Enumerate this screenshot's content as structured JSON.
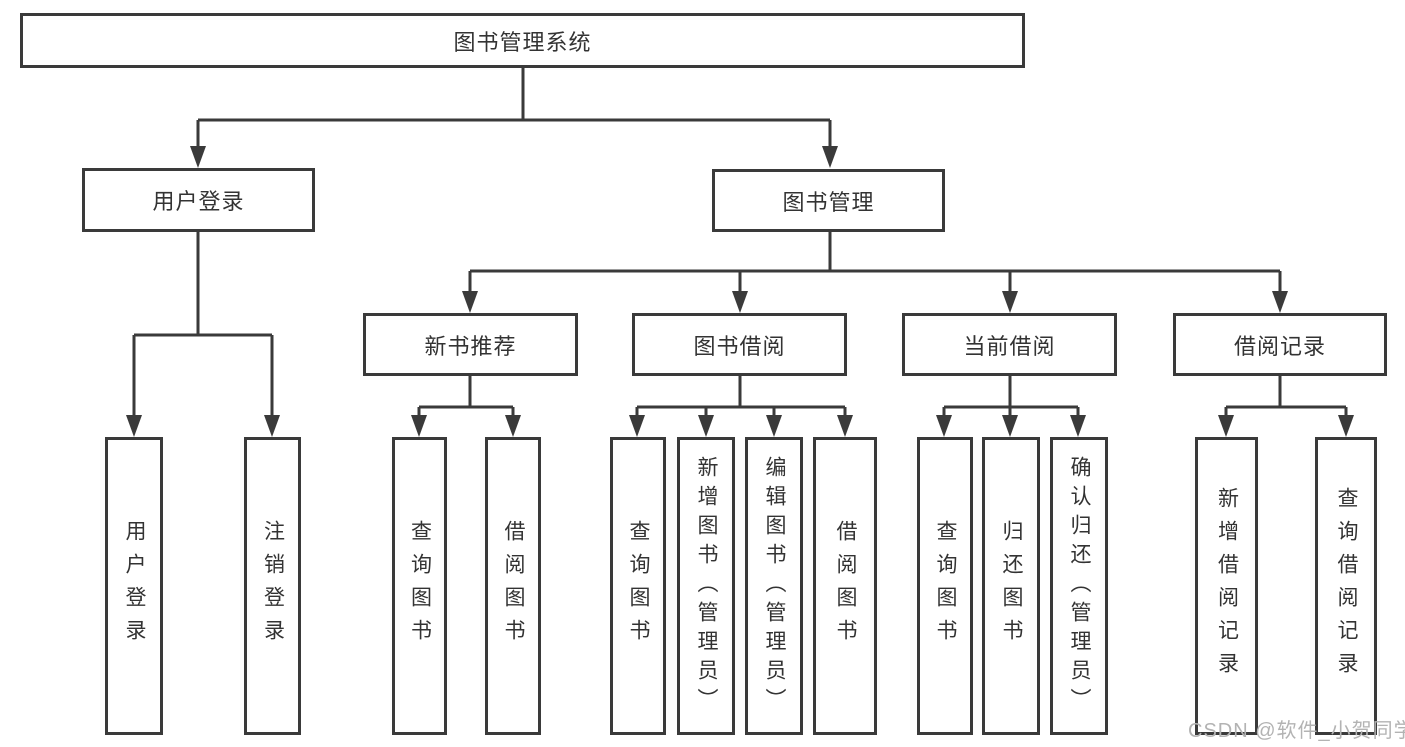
{
  "diagram": {
    "root": {
      "label": "图书管理系统"
    },
    "user_login": {
      "label": "用户登录",
      "children": [
        {
          "label": "用户登录"
        },
        {
          "label": "注销登录"
        }
      ]
    },
    "book_mgmt": {
      "label": "图书管理",
      "children": [
        {
          "label": "新书推荐",
          "children": [
            {
              "label": "查询图书"
            },
            {
              "label": "借阅图书"
            }
          ]
        },
        {
          "label": "图书借阅",
          "children": [
            {
              "label": "查询图书"
            },
            {
              "label": "新增图书（管理员）"
            },
            {
              "label": "编辑图书（管理员）"
            },
            {
              "label": "借阅图书"
            }
          ]
        },
        {
          "label": "当前借阅",
          "children": [
            {
              "label": "查询图书"
            },
            {
              "label": "归还图书"
            },
            {
              "label": "确认归还（管理员）"
            }
          ]
        },
        {
          "label": "借阅记录",
          "children": [
            {
              "label": "新增借阅记录"
            },
            {
              "label": "查询借阅记录"
            }
          ]
        }
      ]
    },
    "watermark": "CSDN @软件_小贺同学",
    "colors": {
      "line": "#3a3a3a",
      "text": "#333333",
      "watermark": "#b3b3b3",
      "background": "#ffffff"
    }
  }
}
